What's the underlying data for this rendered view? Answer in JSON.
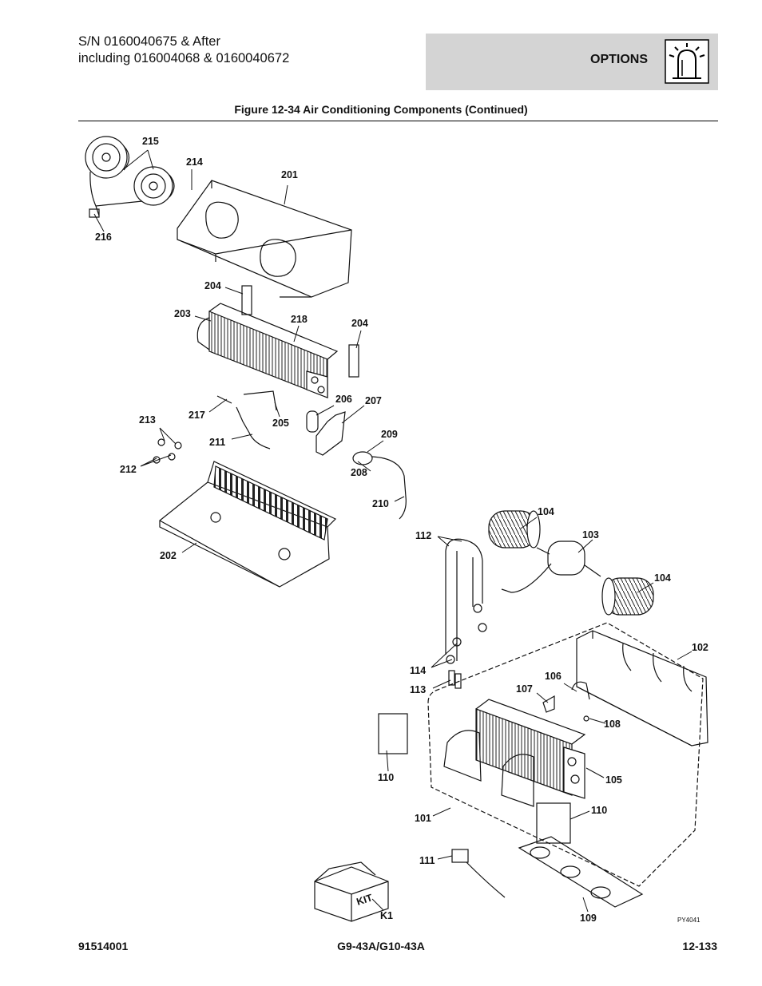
{
  "header": {
    "serial_line1": "S/N 0160040675 & After",
    "serial_line2": "including 016004068 & 0160040672",
    "section": "OPTIONS",
    "section_icon": "beacon-light-icon"
  },
  "figure": {
    "title": "Figure 12-34 Air Conditioning Components (Continued)",
    "reference": "PY4041",
    "kit_box_label": "KIT",
    "callouts": [
      "215",
      "214",
      "201",
      "216",
      "204",
      "203",
      "218",
      "204",
      "206",
      "207",
      "217",
      "205",
      "213",
      "211",
      "209",
      "212",
      "208",
      "210",
      "202",
      "112",
      "104",
      "103",
      "104",
      "102",
      "114",
      "106",
      "113",
      "107",
      "108",
      "110",
      "105",
      "101",
      "110",
      "111",
      "K1",
      "109"
    ]
  },
  "footer": {
    "left": "91514001",
    "center": "G9-43A/G10-43A",
    "right": "12-133"
  }
}
